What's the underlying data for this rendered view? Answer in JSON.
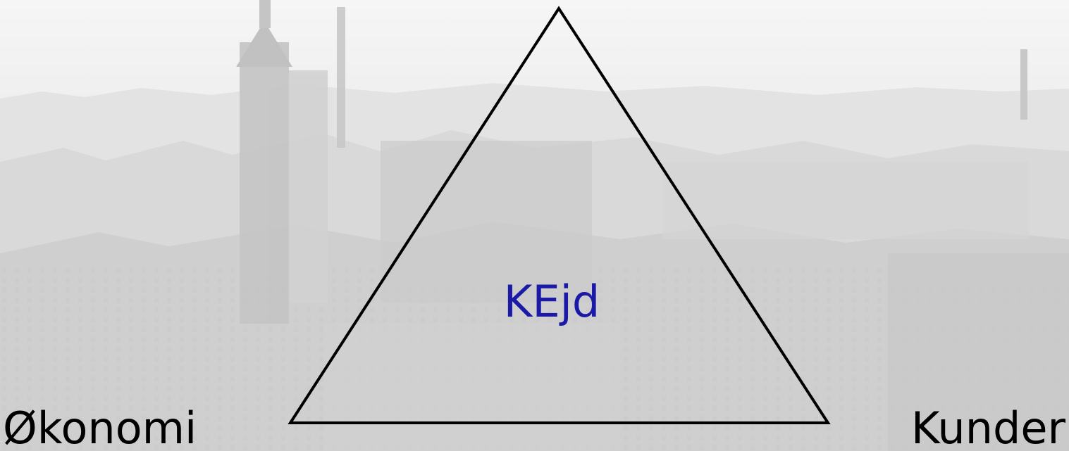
{
  "diagram": {
    "center_label": "KEjd",
    "left_label": "Økonomi",
    "right_label": "Kunder"
  },
  "colors": {
    "center_text": "#1a1aa6",
    "outer_text": "#000000",
    "triangle_stroke": "#000000"
  }
}
